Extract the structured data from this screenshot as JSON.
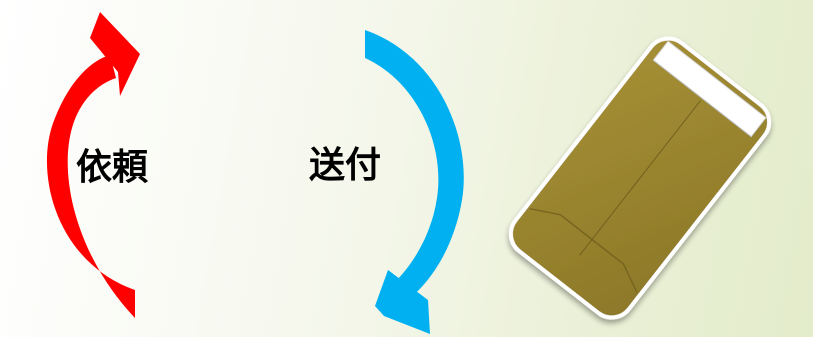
{
  "labels": {
    "request": "依頼",
    "send": "送付"
  },
  "arrows": {
    "request_arrow": {
      "color": "#ff0000",
      "direction": "up"
    },
    "send_arrow": {
      "color": "#00b0f0",
      "direction": "down"
    }
  },
  "envelope": {
    "body_color": "#9a8530",
    "flap_color": "#ffffff",
    "icon": "envelope-icon"
  },
  "background": {
    "start": "#ffffff",
    "end": "#e3eccb"
  }
}
